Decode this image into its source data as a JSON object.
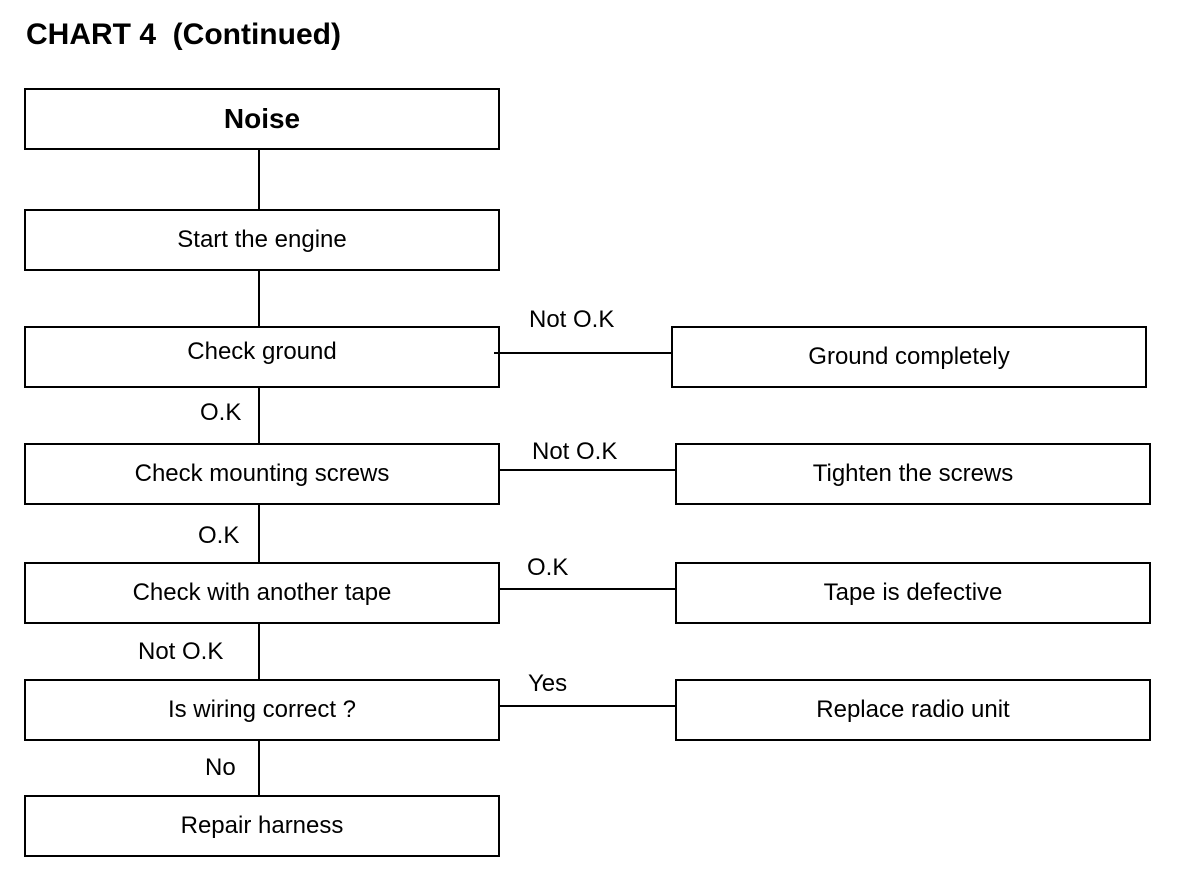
{
  "title": "CHART 4  (Continued)",
  "nodes": {
    "noise": "Noise",
    "start_engine": "Start the engine",
    "check_ground": "Check ground",
    "ground_completely": "Ground completely",
    "check_mounting_screws": "Check mounting screws",
    "tighten_screws": "Tighten the screws",
    "check_another_tape": "Check with another tape",
    "tape_defective": "Tape is defective",
    "is_wiring_correct": "Is wiring correct ?",
    "replace_radio": "Replace radio unit",
    "repair_harness": "Repair harness"
  },
  "edges": {
    "ground_not_ok": "Not O.K",
    "ground_ok": "O.K",
    "screws_not_ok": "Not O.K",
    "screws_ok": "O.K",
    "tape_ok": "O.K",
    "tape_not_ok": "Not O.K",
    "wiring_yes": "Yes",
    "wiring_no": "No"
  }
}
